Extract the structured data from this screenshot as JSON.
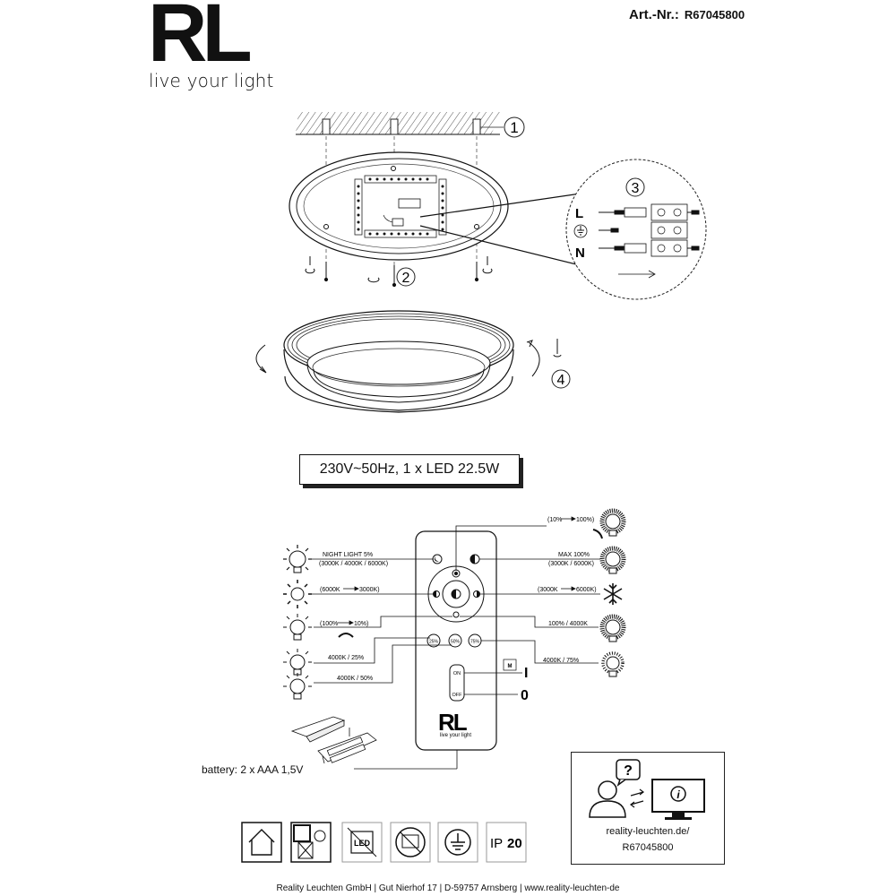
{
  "brand": {
    "logo_text": "RL",
    "tagline": "live your light"
  },
  "article": {
    "label": "Art.-Nr.:",
    "number": "R67045800"
  },
  "steps": [
    "1",
    "2",
    "3",
    "4"
  ],
  "wiring": {
    "live": "L",
    "neutral": "N"
  },
  "spec": "230V~50Hz, 1 x LED  22.5W",
  "remote": {
    "logo_text": "RL",
    "logo_tagline": "live your light",
    "preset_25": "25%",
    "preset_50": "50%",
    "preset_75": "75%",
    "switch_on": "ON",
    "switch_off": "OFF",
    "symbol_on": "I",
    "symbol_off": "0",
    "memory_label": "M"
  },
  "left_labels": {
    "night_light": "NIGHT LIGHT 5%",
    "night_light_temps": "(3000K / 4000K / 6000K)",
    "warm_range": "(6000K",
    "warm_range_end": "3000K)",
    "dim_range": "(100%",
    "dim_range_end": "10%)",
    "k4000_25": "4000K / 25%",
    "k4000_50": "4000K / 50%"
  },
  "right_labels": {
    "bright_range": "(10%",
    "bright_range_end": "100%)",
    "max": "MAX 100%",
    "max_temps": "(3000K / 6000K)",
    "cool_range": "(3000K",
    "cool_range_end": "6000K)",
    "k4000_100": "100% / 4000K",
    "k4000_75": "4000K / 75%"
  },
  "battery": "battery: 2 x AAA 1,5V",
  "info": {
    "url": "reality-leuchten.de/",
    "code": "R67045800"
  },
  "icons": {
    "led_label": "LED",
    "ip_label": "IP",
    "ip_value": "20"
  },
  "footer": "Reality Leuchten GmbH  |  Gut Nierhof 17  |  D-59757 Arnsberg  |  www.reality-leuchten-de"
}
